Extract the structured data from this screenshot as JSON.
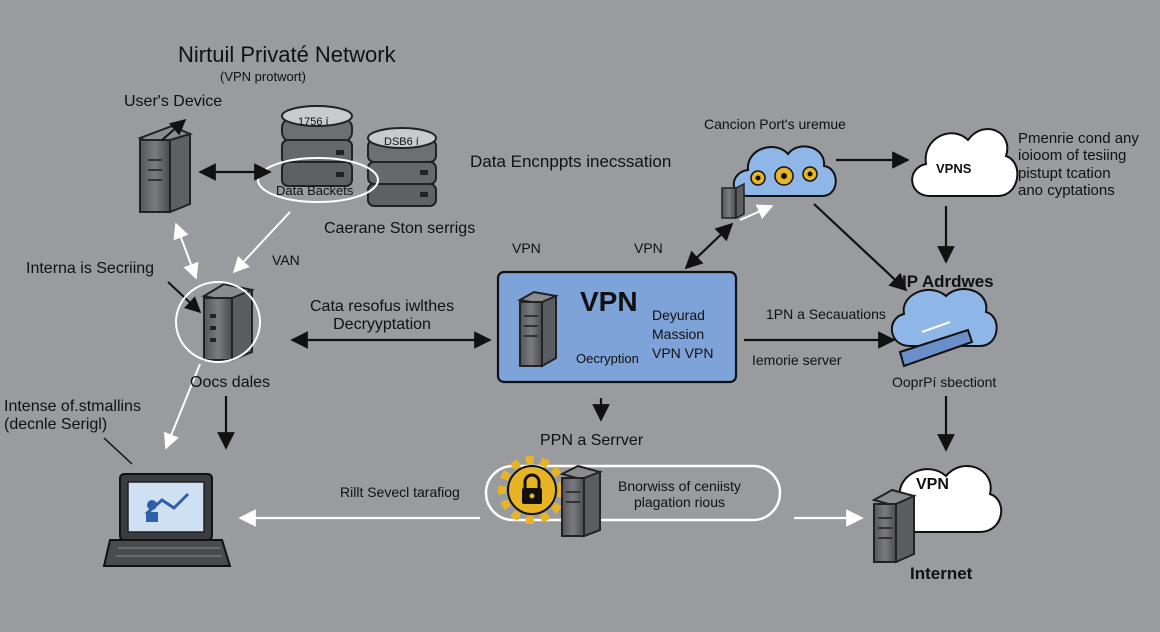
{
  "labels": {
    "title": "Nirtuil Privaté Network",
    "subtitle": "(VPN protwort)",
    "users_device": "User's Device",
    "db_top": "1756 í",
    "db_side": "DSB6 í",
    "data_backets": "Data Backets",
    "data_encryption": "Data Encnppts inecssation",
    "caerane": "Caerane Ston serrigs",
    "van": "VAN",
    "interna": "Interna is Secriing",
    "cata": "Cata resofus iwlthes\nDecryyptation",
    "vpn_label_1": "VPN",
    "vpn_label_2": "VPN",
    "vpn_box_title": "VPN",
    "vpn_box_right": "Deyurad\nMassion\nVPN VPN",
    "vpn_box_bottom": "Oecryption",
    "cancion": "Cancion Port's uremue",
    "vpns_cloud": "VPNS",
    "pmenrie": "Pmenrie cond any\nioioom of tesiing\npistupt tcation\nano cyptations",
    "ip_addr": "IP Adrdwes",
    "ipn_sec": "1PN a Secauations",
    "iemorie": "Iemorie server",
    "ooprp": "OoprPí sbectiont",
    "oocs": "Oocs dales",
    "intense": "Intense of.stmallins\n(decnle Serigl)",
    "ppn_server": "PPN a Serrver",
    "rillt": "Rillt Sevecl tarafiog",
    "bnorwiss": "Bnorwiss of ceniisty\nplagation rious",
    "vpn_cloud_bottom": "VPN",
    "internet": "Internet"
  },
  "colors": {
    "background": "#9a9b9f",
    "vpn_box": "#7ea3d8",
    "cloud_blue": "#8eb6e6",
    "server": "#6c6c70",
    "gold": "#e7b425"
  }
}
